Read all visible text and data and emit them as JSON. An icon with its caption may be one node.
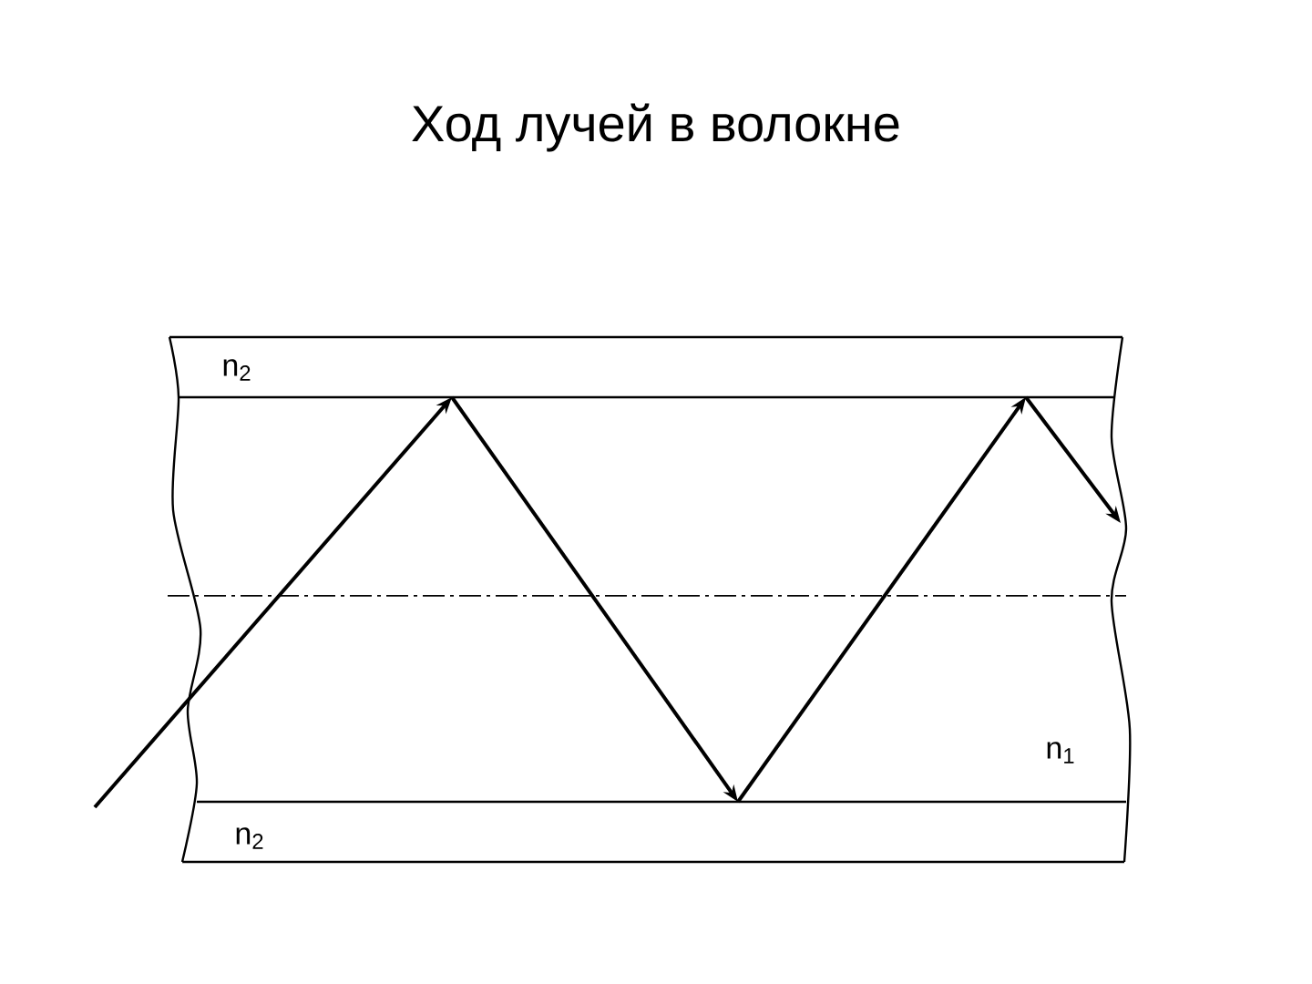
{
  "diagram": {
    "title": "Ход лучей в волокне",
    "labels": [
      "n$_{2}$",
      "n$_{2}$",
      "n$_{1}$"
    ]
  }
}
